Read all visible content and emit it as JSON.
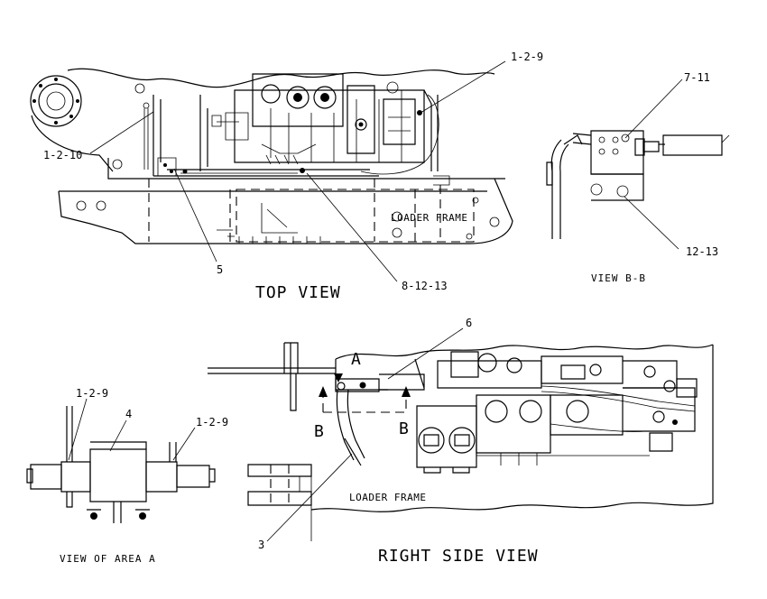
{
  "views": {
    "top_view": "TOP VIEW",
    "view_bb": "VIEW B-B",
    "view_area_a": "VIEW OF AREA A",
    "right_side_view": "RIGHT SIDE VIEW"
  },
  "frame_labels": {
    "top": "LOADER FRAME",
    "side": "LOADER FRAME"
  },
  "section_letters": {
    "a": "A",
    "b_left": "B",
    "b_right": "B"
  },
  "callouts": {
    "c_1_2_9_top": "1-2-9",
    "c_1_2_10": "1-2-10",
    "c_5": "5",
    "c_8_12_13": "8-12-13",
    "c_7_11": "7-11",
    "c_12_13": "12-13",
    "c_6": "6",
    "c_3": "3",
    "c_1_2_9_a_left": "1-2-9",
    "c_4": "4",
    "c_1_2_9_a_right": "1-2-9"
  }
}
